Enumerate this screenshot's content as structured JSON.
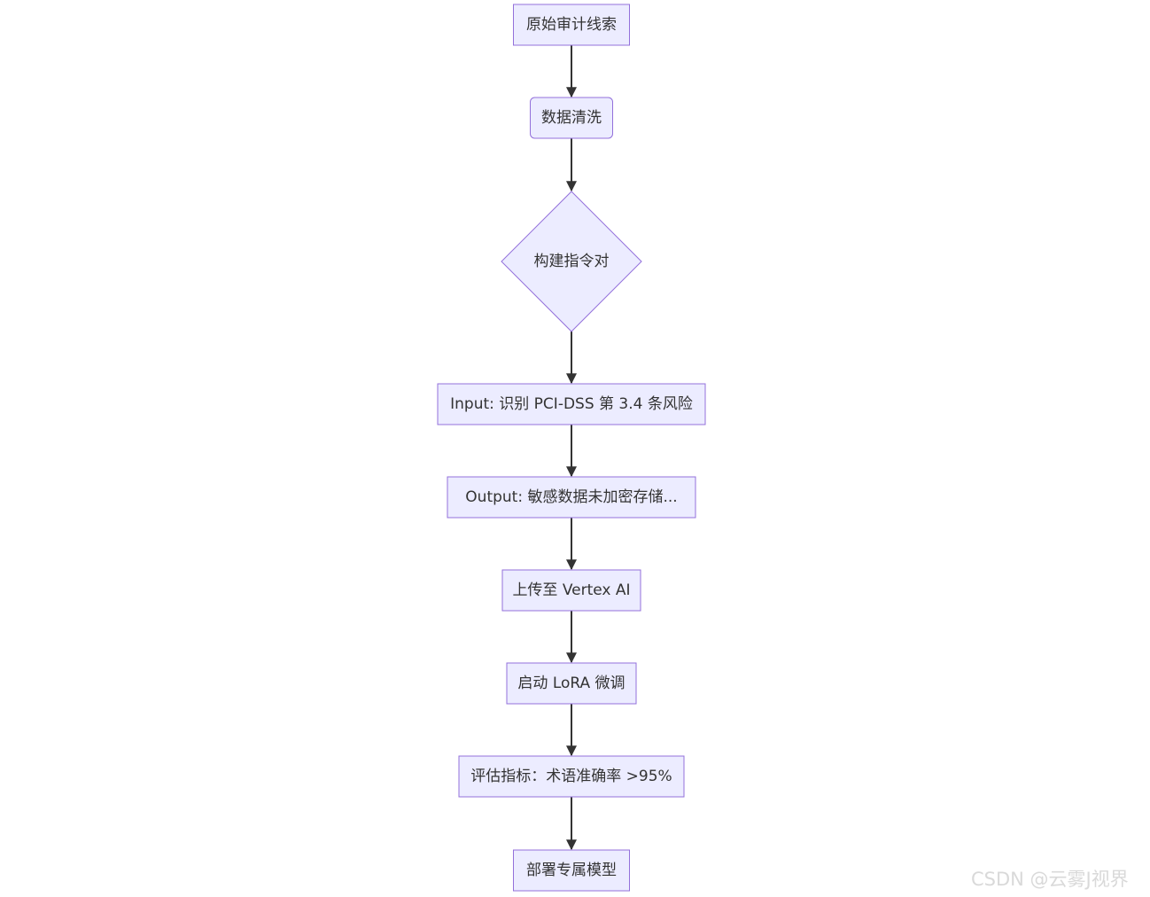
{
  "diagram": {
    "nodes": [
      {
        "id": "n1",
        "label": "原始审计线索",
        "shape": "rect"
      },
      {
        "id": "n2",
        "label": "数据清洗",
        "shape": "rounded"
      },
      {
        "id": "n3",
        "label": "构建指令对",
        "shape": "diamond"
      },
      {
        "id": "n4",
        "label": "Input: 识别 PCI-DSS 第 3.4 条风险",
        "shape": "rect"
      },
      {
        "id": "n5",
        "label": "Output: 敏感数据未加密存储...",
        "shape": "rect"
      },
      {
        "id": "n6",
        "label": "上传至 Vertex AI",
        "shape": "rect"
      },
      {
        "id": "n7",
        "label": "启动 LoRA 微调",
        "shape": "rect"
      },
      {
        "id": "n8",
        "label": "评估指标：术语准确率 >95%",
        "shape": "rect"
      },
      {
        "id": "n9",
        "label": "部署专属模型",
        "shape": "rect"
      }
    ],
    "edges": [
      {
        "from": "n1",
        "to": "n2"
      },
      {
        "from": "n2",
        "to": "n3"
      },
      {
        "from": "n3",
        "to": "n4"
      },
      {
        "from": "n4",
        "to": "n5"
      },
      {
        "from": "n5",
        "to": "n6"
      },
      {
        "from": "n6",
        "to": "n7"
      },
      {
        "from": "n7",
        "to": "n8"
      },
      {
        "from": "n8",
        "to": "n9"
      }
    ],
    "colors": {
      "node_fill": "#ececff",
      "node_stroke": "#9370db",
      "edge": "#333333",
      "text": "#333333"
    }
  },
  "watermark": "CSDN @云雾J视界"
}
